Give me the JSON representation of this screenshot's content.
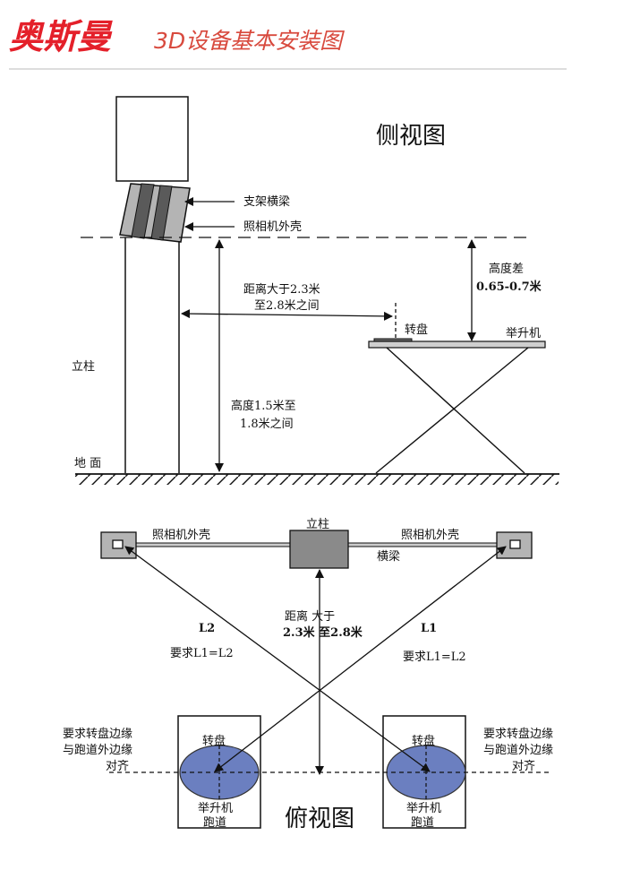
{
  "header": {
    "brand": "奥斯曼",
    "subtitle": "3D设备基本安装图"
  },
  "colors": {
    "brand": "#e4202a",
    "accent": "#d84a3e",
    "turntable_fill": "#6b7fc0",
    "pillar_fill": "#8a8a8a",
    "camera_shell": "#b4b4b4",
    "camera_body": "#5a5a5a"
  },
  "side_view": {
    "title": "侧视图",
    "bracket_beam": "支架横梁",
    "camera_shell": "照相机外壳",
    "height_diff_label": "高度差",
    "height_diff_value": "0.65-0.7米",
    "distance_line1": "距离大于2.3米",
    "distance_line2": "至2.8米之间",
    "turntable": "转盘",
    "lift": "举升机",
    "pillar": "立柱",
    "height_line1": "高度1.5米至",
    "height_line2": "1.8米之间",
    "ground": "地 面"
  },
  "top_view": {
    "title": "俯视图",
    "pillar": "立柱",
    "camera_left": "照相机外壳",
    "camera_right": "照相机外壳",
    "beam": "横梁",
    "distance_line1": "距离 大于",
    "distance_line2": "2.3米 至2.8米",
    "l2": "L2",
    "l1": "L1",
    "requirement_left": "要求L1=L2",
    "requirement_right": "要求L1=L2",
    "align_left": [
      "要求转盘边缘",
      "与跑道外边缘",
      "对齐"
    ],
    "align_right": [
      "要求转盘边缘",
      "与跑道外边缘",
      "对齐"
    ],
    "turntable_left": "转盘",
    "turntable_right": "转盘",
    "lift_left": "举升机",
    "lift_right": "举升机",
    "runway_left": "跑道",
    "runway_right": "跑道"
  }
}
